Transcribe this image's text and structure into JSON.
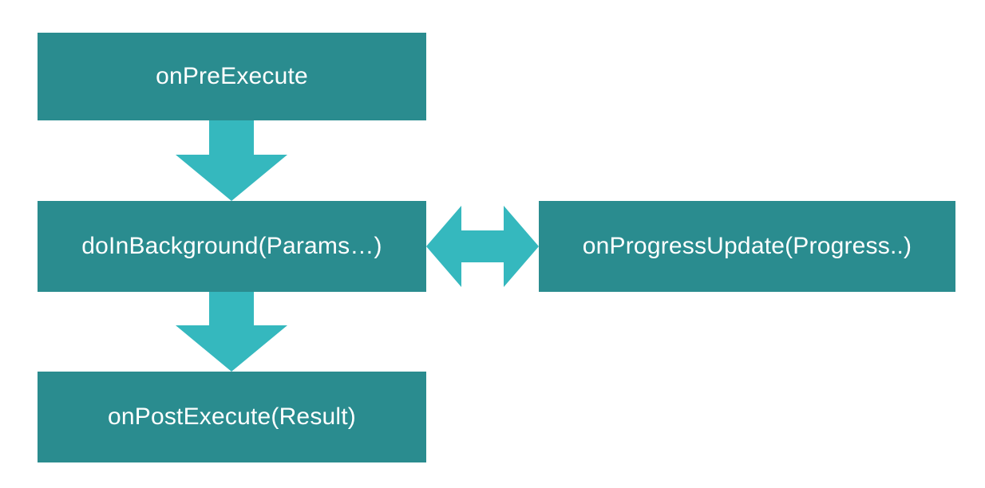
{
  "diagram": {
    "title": "",
    "nodes": {
      "pre_execute": "onPreExecute",
      "do_in_background": "doInBackground(Params…)",
      "post_execute": "onPostExecute(Result)",
      "progress_update": "onProgressUpdate(Progress..)"
    },
    "edges": [
      {
        "from": "onPreExecute",
        "to": "doInBackground(Params…)",
        "style": "down-arrow"
      },
      {
        "from": "doInBackground(Params…)",
        "to": "onPostExecute(Result)",
        "style": "down-arrow"
      },
      {
        "from": "doInBackground(Params…)",
        "to": "onProgressUpdate(Progress..)",
        "style": "double-arrow"
      }
    ],
    "colors": {
      "box_fill": "#2A8C8F",
      "arrow_fill": "#35B8BE",
      "text": "#FFFFFF",
      "background": "#FFFFFF"
    }
  }
}
